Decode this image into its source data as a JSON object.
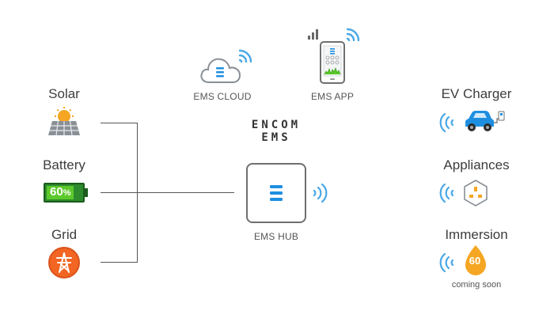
{
  "sources": {
    "solar": {
      "label": "Solar"
    },
    "battery": {
      "label": "Battery",
      "level_value": "60",
      "level_unit": "%"
    },
    "grid": {
      "label": "Grid"
    }
  },
  "cloud": {
    "label": "EMS CLOUD"
  },
  "app": {
    "label": "EMS APP"
  },
  "logo": {
    "line1": "ENCOM",
    "line2": "EMS"
  },
  "hub": {
    "label": "EMS HUB"
  },
  "devices": {
    "ev_charger": {
      "label": "EV Charger"
    },
    "appliances": {
      "label": "Appliances"
    },
    "immersion": {
      "label": "Immersion",
      "temp": "60",
      "note": "coming soon"
    }
  },
  "colors": {
    "wifi": "#4aa8e8",
    "hub_accent": "#1e8fe0",
    "car": "#1e8fe0",
    "battery": "#5cc92b",
    "grid": "#f26522",
    "immersion": "#f5a623"
  },
  "icons": {
    "solar": "solar-panel-sun-icon",
    "battery": "battery-icon",
    "grid": "power-pylon-icon",
    "cloud": "cloud-icon",
    "app": "smartphone-icon",
    "hub": "hub-icon",
    "ev": "electric-car-icon",
    "appliances": "plug-socket-icon",
    "immersion": "water-drop-thermostat-icon",
    "wifi": "wifi-signal-icon"
  }
}
